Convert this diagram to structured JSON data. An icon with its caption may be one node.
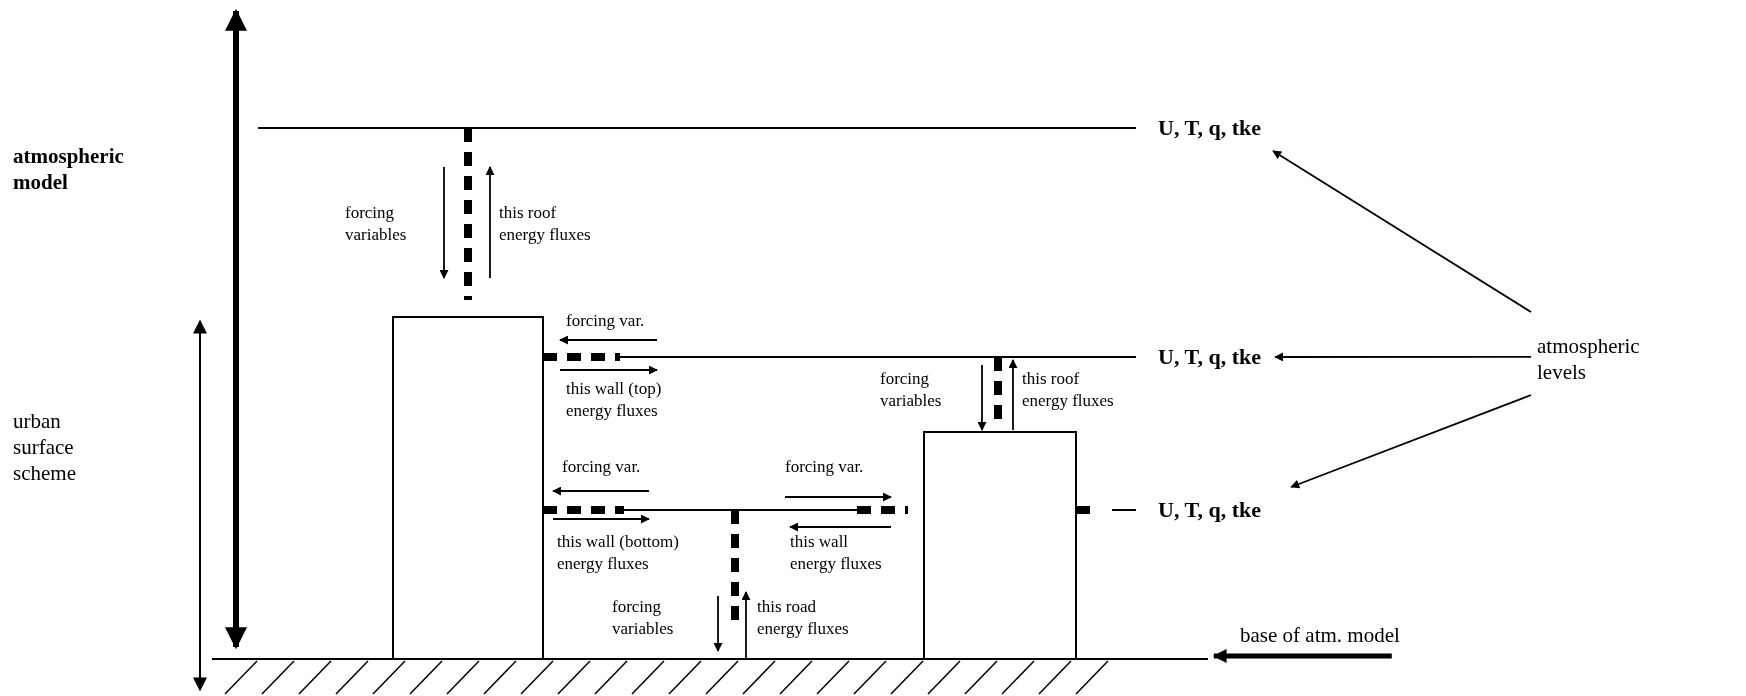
{
  "diagram": {
    "nodes": [
      {
        "text": [
          "U, T, q, tke"
        ]
      },
      {
        "text": [
          "U, T, q, tke"
        ]
      },
      {
        "text": [
          "U, T, q, tke"
        ]
      },
      {
        "text": [
          "atmospheric levels"
        ]
      },
      {
        "text": [
          "base of atm. model"
        ]
      },
      {
        "text": [],
        "shape": "bar"
      }
    ],
    "edges": [
      {
        "from": 3,
        "to": 0,
        "arrow": "to"
      },
      {
        "from": 3,
        "to": 1,
        "arrow": "to"
      },
      {
        "from": 3,
        "to": 2,
        "arrow": "to"
      },
      {
        "from": 4,
        "to": 5,
        "arrow": "to",
        "style": "thick"
      }
    ],
    "labels": [
      "atmospheric model",
      "forcing variables",
      "this roof energy fluxes",
      "forcing var.",
      "this wall (top) energy fluxes",
      "forcing variables",
      "this roof energy fluxes",
      "urban surface scheme",
      "forcing var.",
      "forcing var.",
      "this wall (bottom) energy fluxes",
      "this wall energy fluxes",
      "forcing variables",
      "this road energy fluxes"
    ]
  }
}
